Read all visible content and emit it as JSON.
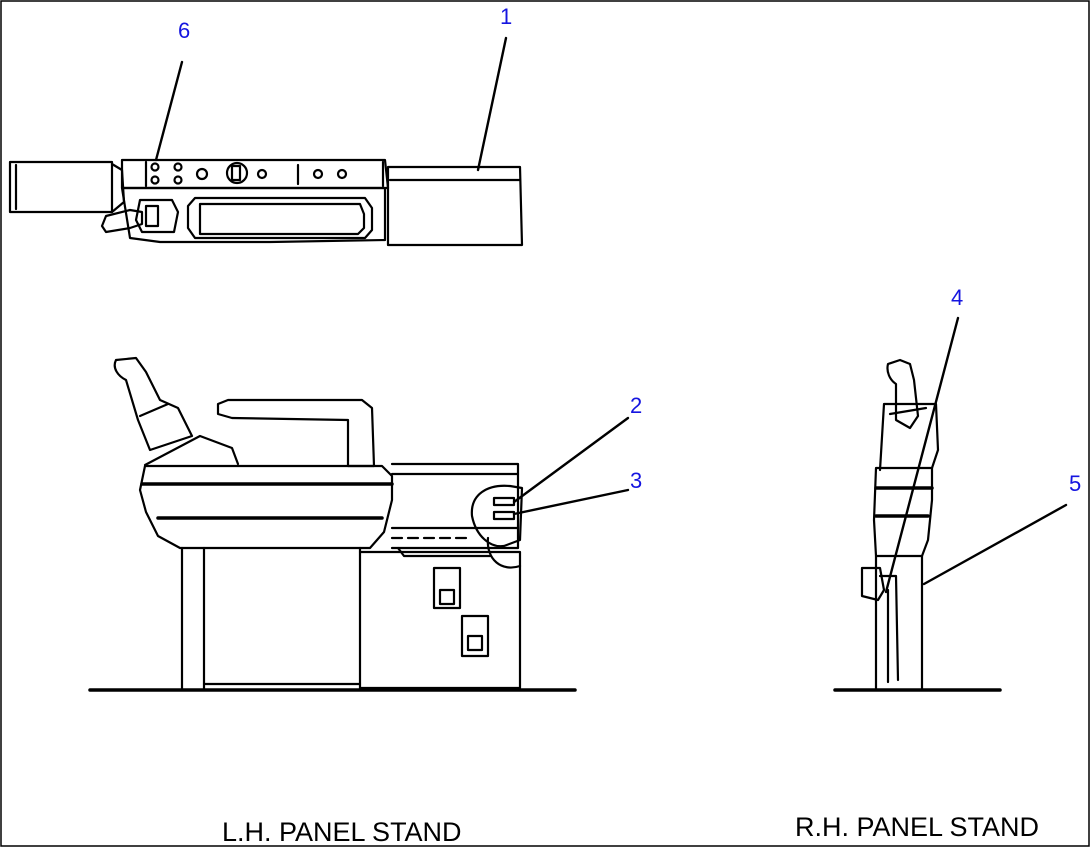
{
  "callouts": {
    "c1": "1",
    "c2": "2",
    "c3": "3",
    "c4": "4",
    "c5": "5",
    "c6": "6"
  },
  "captions": {
    "lh": "L.H. PANEL STAND",
    "rh": "R.H. PANEL STAND"
  },
  "colors": {
    "callout": "#1515e0",
    "line": "#000000"
  }
}
